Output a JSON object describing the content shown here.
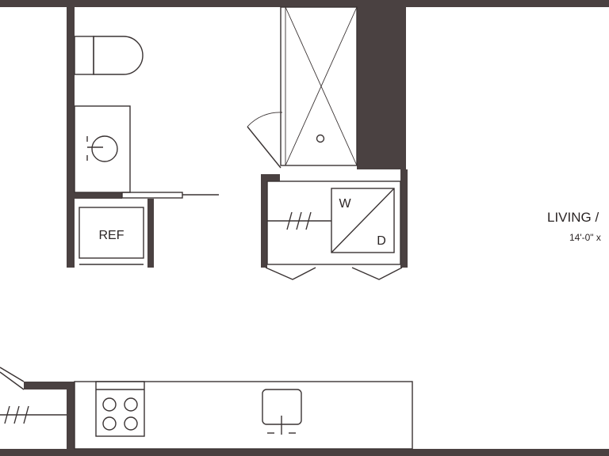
{
  "plan": {
    "rooms": [
      {
        "name": "LIVING /",
        "dimensions": "14'-0\" x"
      }
    ],
    "appliances": {
      "refrigerator": "REF",
      "washer": "W",
      "dryer": "D"
    }
  }
}
